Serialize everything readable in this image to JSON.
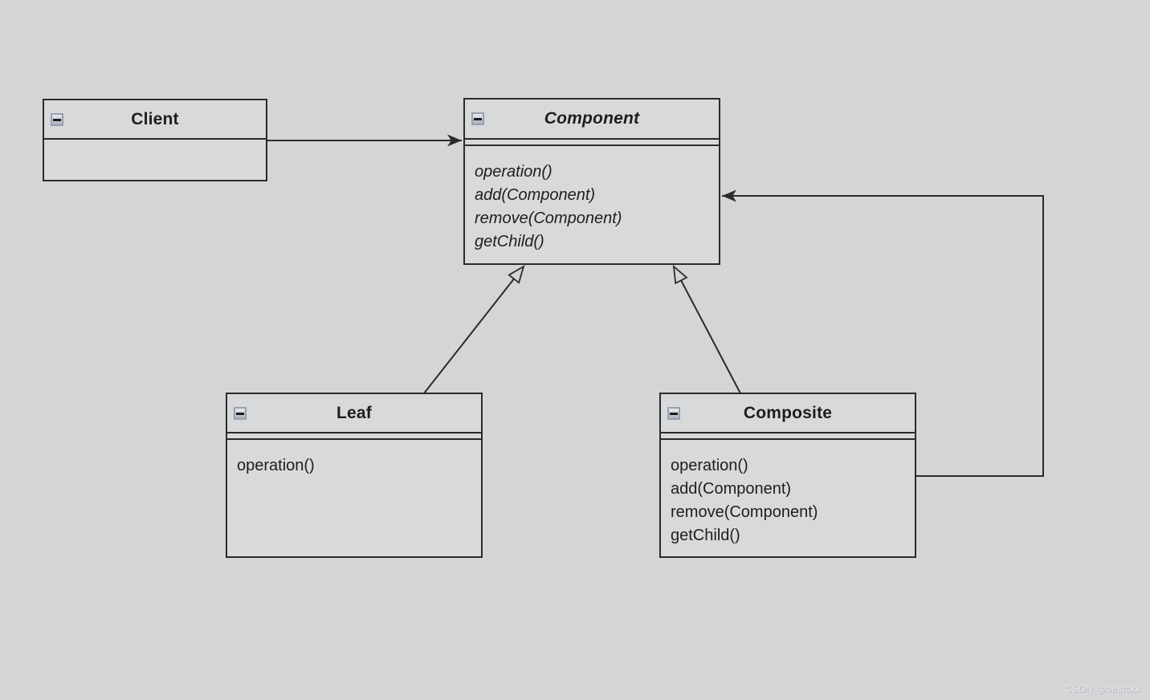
{
  "watermark": "CSDN @bestcxx",
  "colors": {
    "background": "#d4d5d7",
    "box_fill": "#d8d9db",
    "line": "#2b2b2b",
    "collapse_button_border": "#97a0ae"
  },
  "classes": {
    "client": {
      "name": "Client",
      "methods": []
    },
    "component": {
      "name": "Component",
      "methods": [
        "operation()",
        "add(Component)",
        "remove(Component)",
        "getChild()"
      ]
    },
    "leaf": {
      "name": "Leaf",
      "methods": [
        "operation()"
      ]
    },
    "composite": {
      "name": "Composite",
      "methods": [
        "operation()",
        "add(Component)",
        "remove(Component)",
        "getChild()"
      ]
    }
  },
  "relations": [
    {
      "from": "Client",
      "to": "Component",
      "type": "association-arrow"
    },
    {
      "from": "Leaf",
      "to": "Component",
      "type": "generalization"
    },
    {
      "from": "Composite",
      "to": "Component",
      "type": "generalization"
    },
    {
      "from": "Composite",
      "to": "Component",
      "type": "association-arrow"
    }
  ]
}
